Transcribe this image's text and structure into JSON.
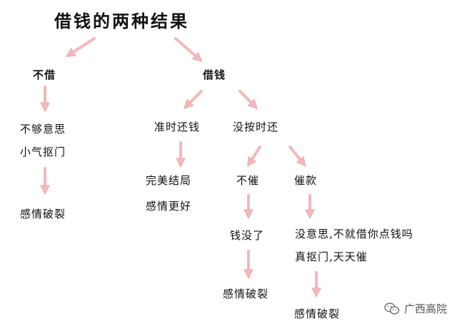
{
  "title": "借钱的两种结果",
  "nodes": {
    "no_lend": "不借",
    "no_lend_r1": "不够意思",
    "no_lend_r2": "小气抠门",
    "no_lend_r3": "感情破裂",
    "lend": "借钱",
    "on_time": "准时还钱",
    "on_time_r1": "完美结局",
    "on_time_r2": "感情更好",
    "late": "没按时还",
    "late_no_ask": "不催",
    "late_no_ask_r1": "钱没了",
    "late_no_ask_r2": "感情破裂",
    "late_ask": "催款",
    "late_ask_r1": "没意思,不就借你点钱吗",
    "late_ask_r2": "真抠门,天天催",
    "late_ask_r3": "感情破裂"
  },
  "watermark": {
    "icon": "wechat-icon",
    "text": "广西高院"
  },
  "colors": {
    "arrow": "#f2b8bd",
    "arrow_outline": "#e7a2a8",
    "text": "#111111"
  }
}
